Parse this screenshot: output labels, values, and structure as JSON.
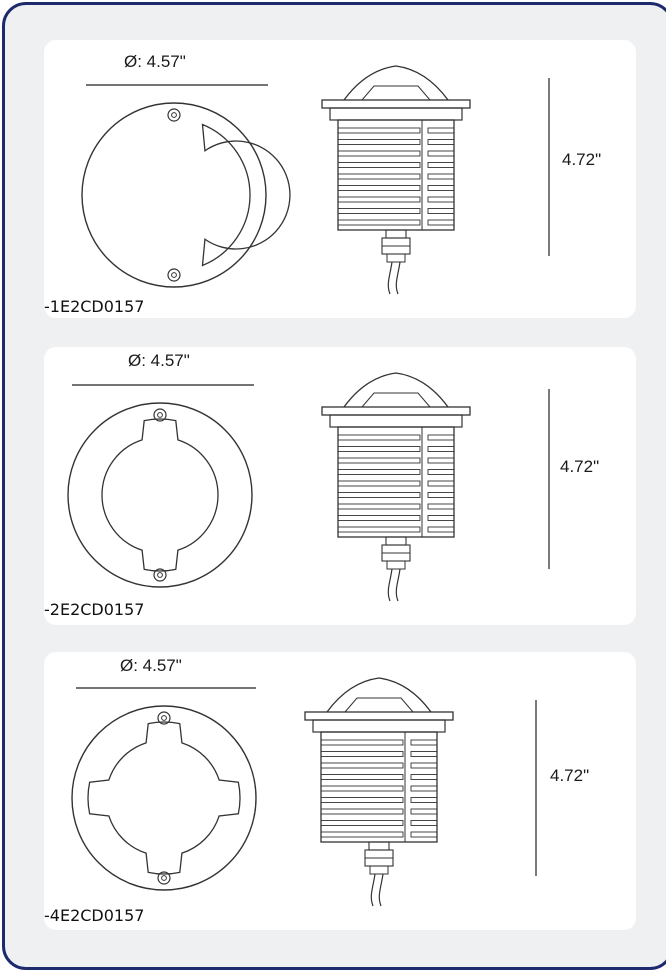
{
  "panels": [
    {
      "diameter_label": "Ø: 4.57\"",
      "height_label": "4.72\"",
      "model": "-1E2CD0157",
      "cutouts": 1
    },
    {
      "diameter_label": "Ø: 4.57\"",
      "height_label": "4.72\"",
      "model": "-2E2CD0157",
      "cutouts": 2
    },
    {
      "diameter_label": "Ø: 4.57\"",
      "height_label": "4.72\"",
      "model": "-4E2CD0157",
      "cutouts": 4
    }
  ],
  "colors": {
    "frame_border": "#1e2a6e",
    "background": "#eef0f2",
    "panel": "#ffffff",
    "line": "#333333"
  }
}
